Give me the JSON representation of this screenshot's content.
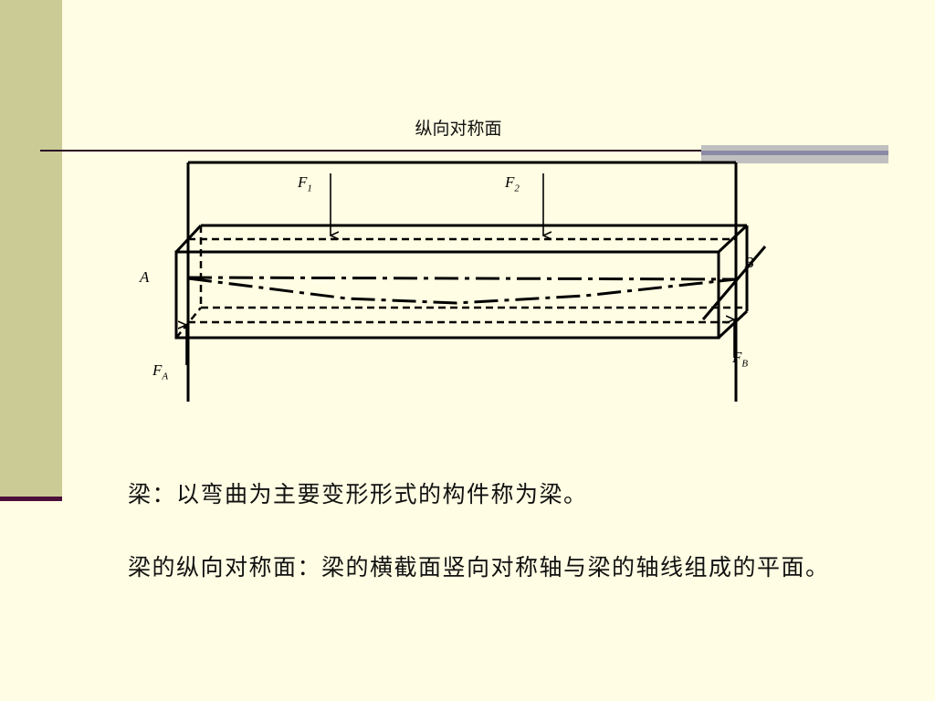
{
  "slide": {
    "diagram_label": "纵向对称面",
    "paragraphs": [
      "梁：以弯曲为主要变形形式的构件称为梁。",
      "梁的纵向对称面：梁的横截面竖向对称轴与梁的轴线组成的平面。"
    ]
  },
  "diagram": {
    "labels": {
      "f1_main": "F",
      "f1_sub": "1",
      "f2_main": "F",
      "f2_sub": "2",
      "a": "A",
      "b": "B",
      "fa_main": "F",
      "fa_sub": "A",
      "fb_main": "F",
      "fb_sub": "B"
    }
  }
}
